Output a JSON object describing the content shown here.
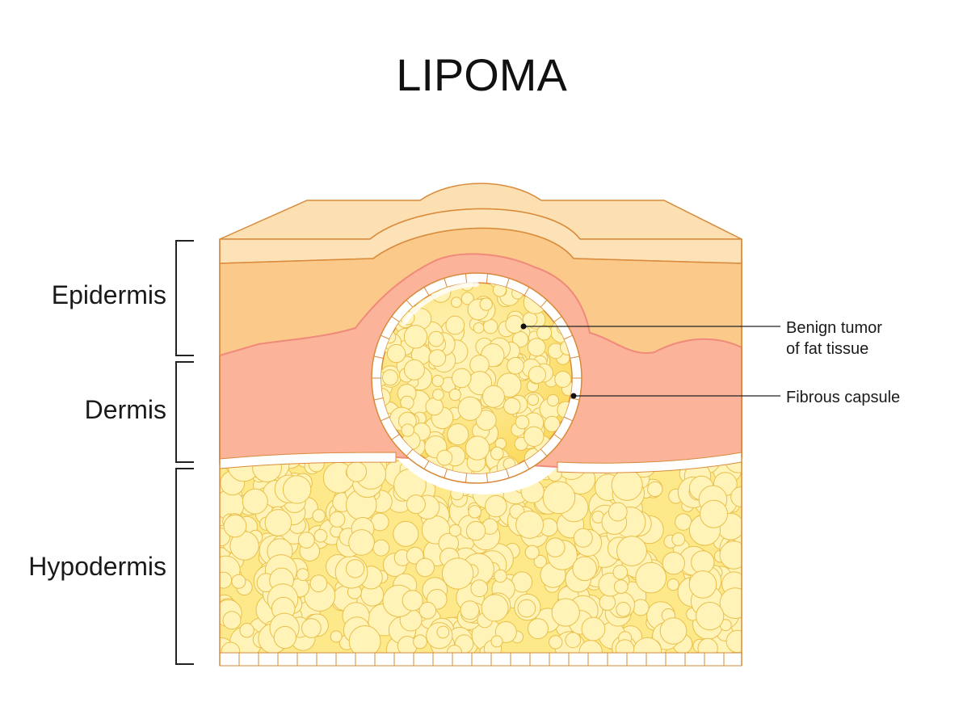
{
  "title": "LIPOMA",
  "layers": {
    "epidermis": "Epidermis",
    "dermis": "Dermis",
    "hypodermis": "Hypodermis"
  },
  "callouts": {
    "tumor_line1": "Benign tumor",
    "tumor_line2": "of fat tissue",
    "capsule": "Fibrous capsule"
  },
  "colors": {
    "skin_top": "#fce0b2",
    "epidermis": "#fbc98a",
    "dermis": "#fbb39a",
    "dermis_edge": "#f59c8a",
    "fat_fill": "#fde98a",
    "fat_cell": "#fff3b8",
    "fat_cell_stroke": "#e9c04a",
    "capsule": "#ffffff",
    "outline": "#d98a3a"
  }
}
